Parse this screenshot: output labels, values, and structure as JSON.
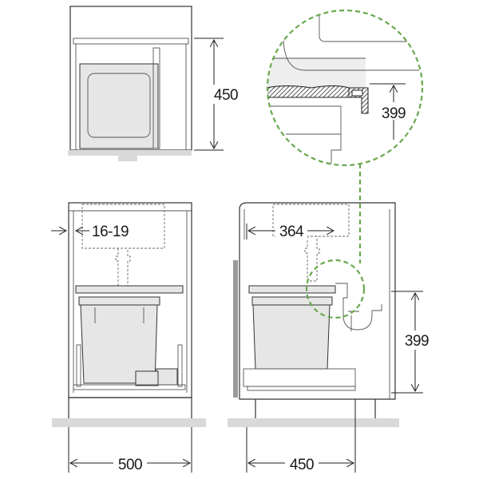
{
  "dimensions": {
    "top_depth": "450",
    "front_side_gap": "16-19",
    "front_width": "500",
    "side_sink_offset": "364",
    "side_height": "399",
    "side_depth": "450",
    "detail_height": "399"
  },
  "colors": {
    "detail_circle": "#6aa84f",
    "floor": "#d9d9d9",
    "bin": "#e6e6e6"
  }
}
